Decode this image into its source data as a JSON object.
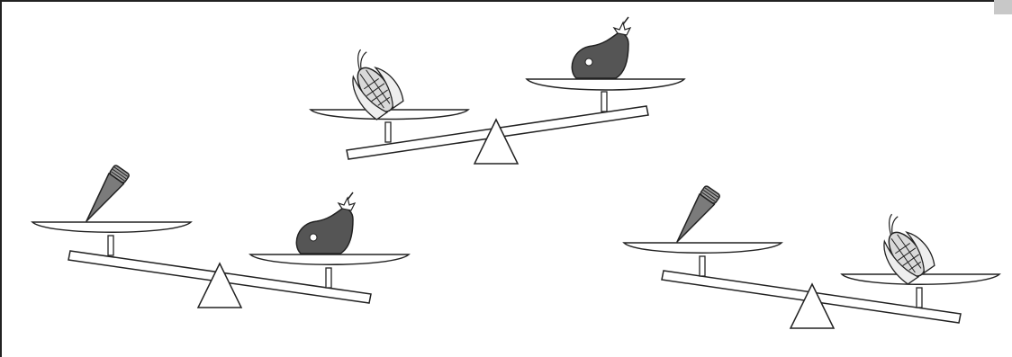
{
  "scene": {
    "colors": {
      "outline": "#222222",
      "background": "#ffffff",
      "corner_tab": "#c8c8c8",
      "carrot": "#7b7b7b",
      "carrot_top": "#9a9a9a",
      "eggplant": "#555555",
      "corn": "#d9d9d9"
    },
    "scales": [
      {
        "id": "top-scale",
        "tilt": "right-pan-lower",
        "left_pan": "corn-icon",
        "right_pan": "eggplant-icon"
      },
      {
        "id": "left-scale",
        "tilt": "left-pan-lower",
        "left_pan": "carrot-icon",
        "right_pan": "eggplant-icon"
      },
      {
        "id": "right-scale",
        "tilt": "left-pan-lower",
        "left_pan": "carrot-icon",
        "right_pan": "corn-icon"
      }
    ]
  }
}
